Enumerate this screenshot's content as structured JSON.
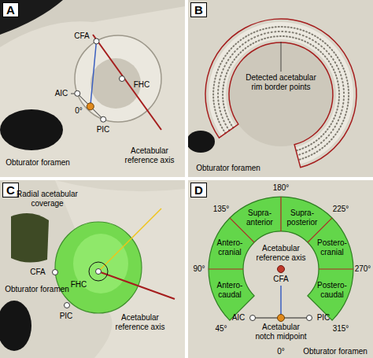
{
  "diagram": {
    "nodes": [
      {
        "text": [
          "A"
        ]
      },
      {
        "text": [
          "B"
        ]
      },
      {
        "text": [
          "C"
        ]
      },
      {
        "text": [
          "D"
        ]
      }
    ],
    "labels": [
      "CFA",
      "FHC",
      "AIC",
      "0°",
      "PIC",
      "Obturator foramen",
      "Acetabular reference axis",
      "Detected acetabular rim border points",
      "Obturator foramen",
      "Radial acetabular coverage",
      "CFA",
      "FHC",
      "Obturator foramen",
      "PIC",
      "Acetabular reference axis",
      "180°",
      "135°",
      "225°",
      "Supra-anterior",
      "Supra-posterior",
      "90°",
      "Antero-cranial",
      "Postero-cranial",
      "270°",
      "Acetabular reference axis",
      "CFA",
      "Antero-caudal",
      "Postero-caudal",
      "45°",
      "315°",
      "AIC",
      "Acetabular notch midpoint",
      "PIC",
      "0°",
      "Obturator foramen"
    ]
  }
}
